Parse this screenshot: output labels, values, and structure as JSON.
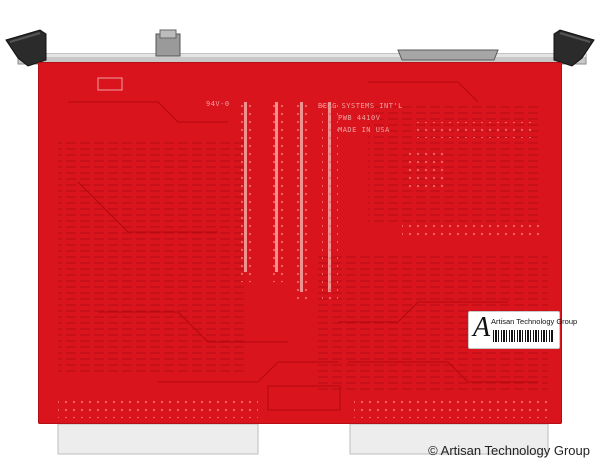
{
  "photo": {
    "subject": "red-vme-circuit-board-back-side",
    "board_color": "#d9141c",
    "background_color": "#ffffff"
  },
  "pcb_markings": {
    "line1": "BERG SYSTEMS INT'L",
    "line2": "PWB 4410V",
    "line3": "MADE IN USA",
    "rating": "94V-0"
  },
  "sticker": {
    "logo": "A",
    "text": "Artisan Technology Group"
  },
  "watermark": {
    "text": "© Artisan Technology Group"
  }
}
